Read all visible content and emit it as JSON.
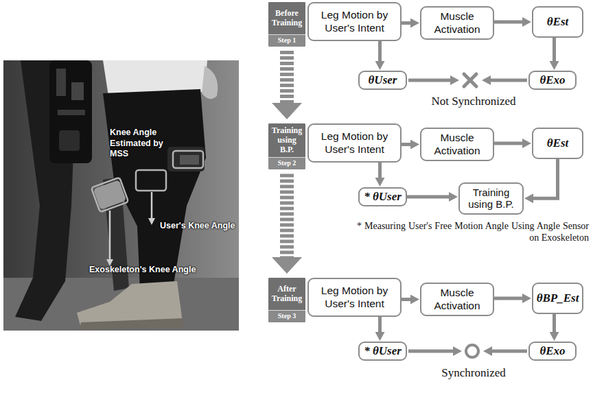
{
  "diagram": {
    "nodes": [
      {
        "text": [
          "Before Training",
          "Step 1"
        ]
      },
      {
        "text": [
          "Leg Motion by User's Intent"
        ]
      },
      {
        "text": [
          "Muscle Activation"
        ]
      },
      {
        "text": [
          "θEst"
        ]
      },
      {
        "text": [
          "θUser"
        ]
      },
      {
        "text": [
          "θExo"
        ]
      },
      {
        "text": [
          "Training using B.P.",
          "Step 2"
        ]
      },
      {
        "text": [
          "Leg Motion by User's Intent"
        ]
      },
      {
        "text": [
          "Muscle Activation"
        ]
      },
      {
        "text": [
          "θEst"
        ]
      },
      {
        "text": [
          "* θUser"
        ]
      },
      {
        "text": [
          "Training using B.P."
        ]
      },
      {
        "text": [
          "After Training",
          "Step 3"
        ]
      },
      {
        "text": [
          "Leg Motion by User's Intent"
        ]
      },
      {
        "text": [
          "Muscle Activation"
        ]
      },
      {
        "text": [
          "θBP_Est"
        ]
      },
      {
        "text": [
          "* θUser"
        ]
      },
      {
        "text": [
          "θExo"
        ]
      }
    ],
    "edges": [
      {
        "from": 0,
        "to": 6,
        "arrow": "to"
      },
      {
        "from": 6,
        "to": 12,
        "arrow": "to"
      },
      {
        "from": 1,
        "to": 2,
        "arrow": "to"
      },
      {
        "from": 2,
        "to": 3,
        "arrow": "to"
      },
      {
        "from": 1,
        "to": 4,
        "arrow": "to"
      },
      {
        "from": 3,
        "to": 5,
        "arrow": "to"
      },
      {
        "from": 7,
        "to": 8,
        "arrow": "to"
      },
      {
        "from": 8,
        "to": 9,
        "arrow": "to"
      },
      {
        "from": 7,
        "to": 10,
        "arrow": "to"
      },
      {
        "from": 10,
        "to": 11,
        "arrow": "to"
      },
      {
        "from": 9,
        "to": 11,
        "arrow": "to"
      },
      {
        "from": 13,
        "to": 14,
        "arrow": "to"
      },
      {
        "from": 14,
        "to": 15,
        "arrow": "to"
      },
      {
        "from": 13,
        "to": 16,
        "arrow": "to"
      },
      {
        "from": 15,
        "to": 17,
        "arrow": "to"
      }
    ],
    "labels": [
      "Knee Angle Estimated by MSS",
      "User's Knee Angle",
      "Exoskeleton's Knee Angle",
      "Not Synchronized",
      "* Measuring User's Free Motion Angle Using Angle Sensor on Exoskeleton",
      "Synchronized"
    ]
  }
}
